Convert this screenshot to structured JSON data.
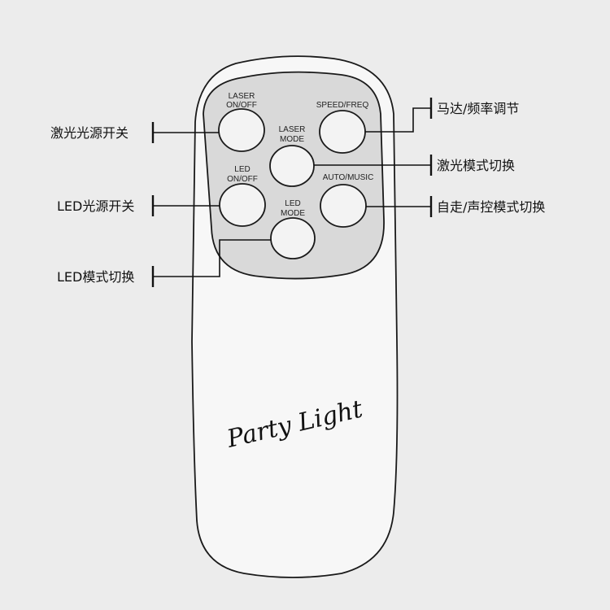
{
  "remote": {
    "buttons": {
      "laser_onoff": {
        "line1": "LASER",
        "line2": "ON/OFF"
      },
      "speed_freq": {
        "line1": "SPEED/FREQ"
      },
      "laser_mode": {
        "line1": "LASER",
        "line2": "MODE"
      },
      "led_onoff": {
        "line1": "LED",
        "line2": "ON/OFF"
      },
      "auto_music": {
        "line1": "AUTO/MUSIC"
      },
      "led_mode": {
        "line1": "LED",
        "line2": "MODE"
      }
    },
    "brand": "Party Light"
  },
  "callouts": {
    "laser_onoff": "激光光源开关",
    "led_onoff": "LED光源开关",
    "led_mode": "LED模式切换",
    "speed_freq": "马达/频率调节",
    "laser_mode": "激光模式切换",
    "auto_music": "自走/声控模式切换"
  },
  "colors": {
    "background": "#ececec",
    "remote_body": "#f7f7f7",
    "button_panel": "#d9d9d9",
    "outline": "#1a1a1a"
  }
}
